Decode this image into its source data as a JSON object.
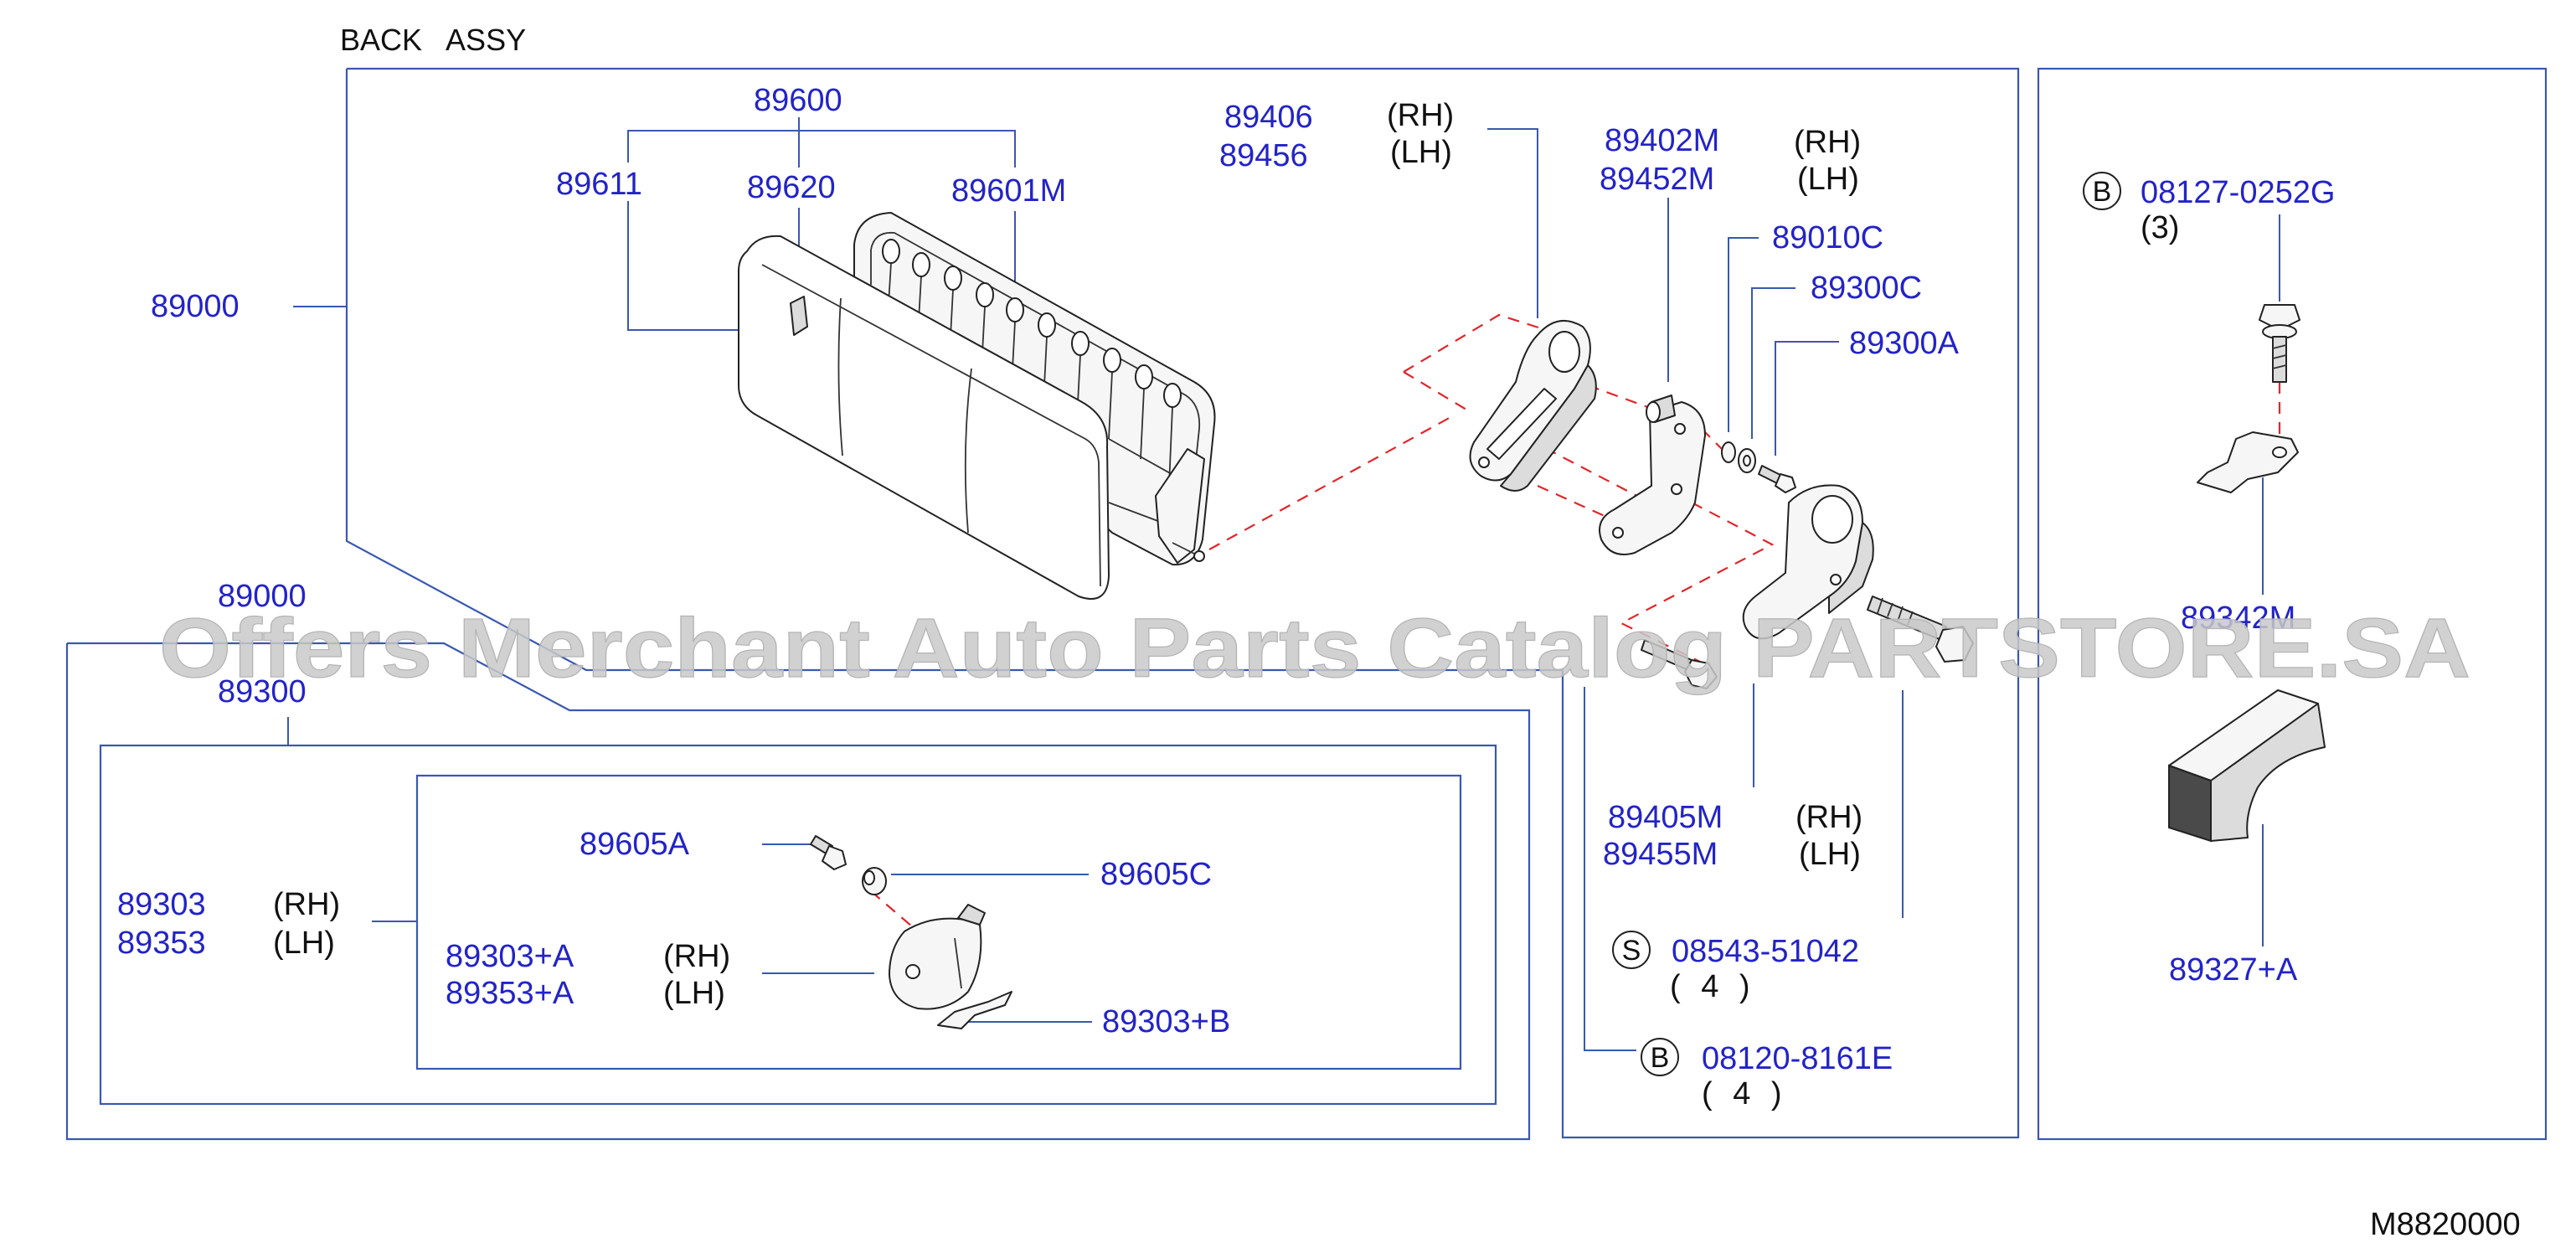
{
  "diagram": {
    "title": "BACK ASSY",
    "code": "M8820000",
    "watermark": "Offers Merchant Auto Parts Catalog PARTSTORE.SA"
  },
  "sides": {
    "rh": "(RH)",
    "lh": "(LH)"
  },
  "callouts": {
    "back_assy_upper": "89000",
    "back_assy_lower": "89000",
    "trim_group": "89600",
    "trim_left": "89611",
    "trim_mid": "89620",
    "trim_right": "89601M",
    "upper_hinge_rh": "89406",
    "upper_hinge_lh": "89456",
    "plate_rh": "89402M",
    "plate_lh": "89452M",
    "washer_1": "89010C",
    "washer_2": "89300C",
    "pin": "89300A",
    "lower_hinge_rh": "89405M",
    "lower_hinge_lh": "89455M",
    "knob_group": "89300",
    "knob_rh": "89303",
    "knob_lh": "89353",
    "knob_screw": "89605A",
    "knob_cap": "89605C",
    "knob_body_rh": "89303+A",
    "knob_body_lh": "89353+A",
    "knob_spring": "89303+B",
    "side_bracket": "89342M",
    "side_block": "89327+A"
  },
  "fasteners": [
    {
      "badge": "S",
      "part": "08543-51042",
      "qty": "( 4 )"
    },
    {
      "badge": "B",
      "part": "08120-8161E",
      "qty": "( 4 )"
    },
    {
      "badge": "B",
      "part": "08127-0252G",
      "qty": "(3)"
    }
  ],
  "colors": {
    "label": "#2323c8",
    "line": "#3a58b0",
    "explode": "#e0262b",
    "watermark": "#c9c9c9"
  }
}
